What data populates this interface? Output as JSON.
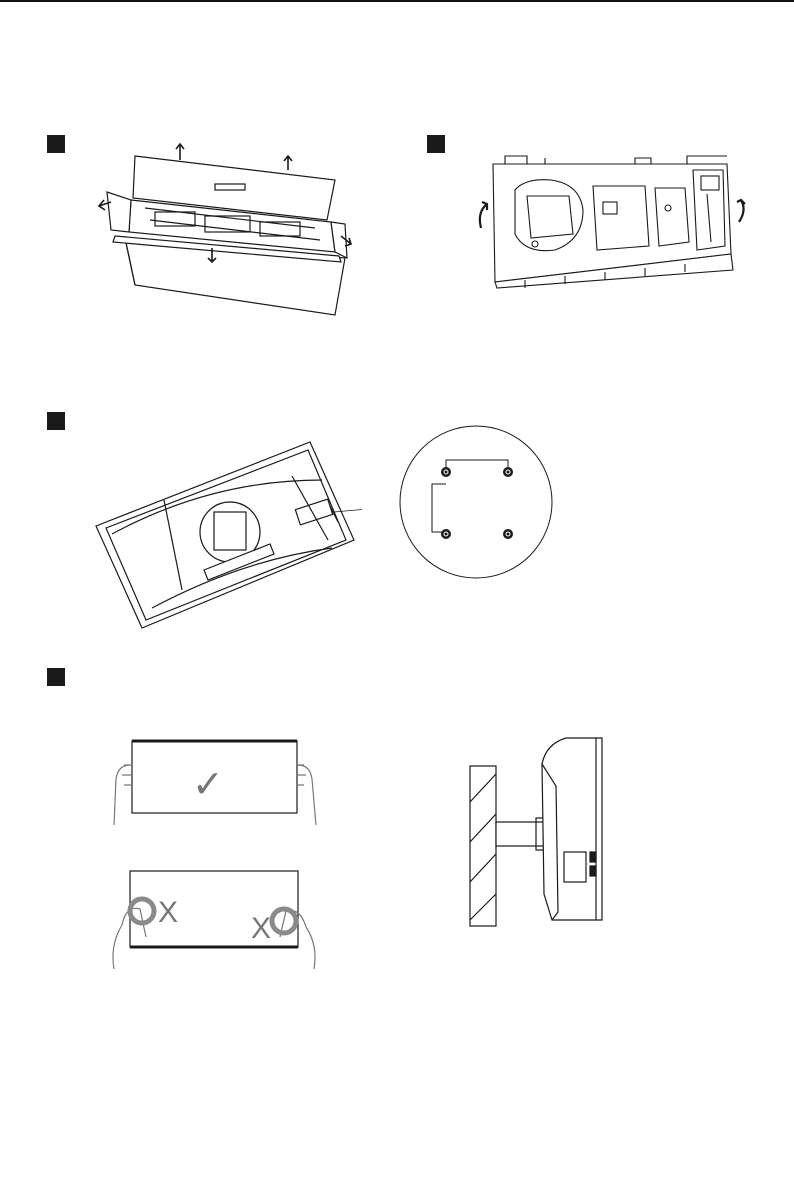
{
  "page": {
    "steps": [
      {
        "id": "step-1",
        "marker": "black-square"
      },
      {
        "id": "step-2",
        "marker": "black-square"
      },
      {
        "id": "step-3",
        "marker": "black-square"
      },
      {
        "id": "step-4",
        "marker": "black-square"
      }
    ],
    "figures": {
      "open_box": {
        "icon": "open-box-icon",
        "arrows": 5
      },
      "foam_insert": {
        "icon": "foam-packaging-icon",
        "arrows": 2
      },
      "monitor_back": {
        "icon": "monitor-back-icon"
      },
      "vesa_detail": {
        "icon": "vesa-screw-holes-icon",
        "screws": 4
      },
      "handling": {
        "correct_mark": "✓",
        "wrong_mark_left": "X",
        "wrong_mark_right": "X"
      },
      "wall_mount": {
        "icon": "wall-mounted-monitor-icon"
      }
    },
    "colors": {
      "ink": "#1a1a1a",
      "highlight": "#8a8a8a",
      "background": "#ffffff"
    }
  }
}
